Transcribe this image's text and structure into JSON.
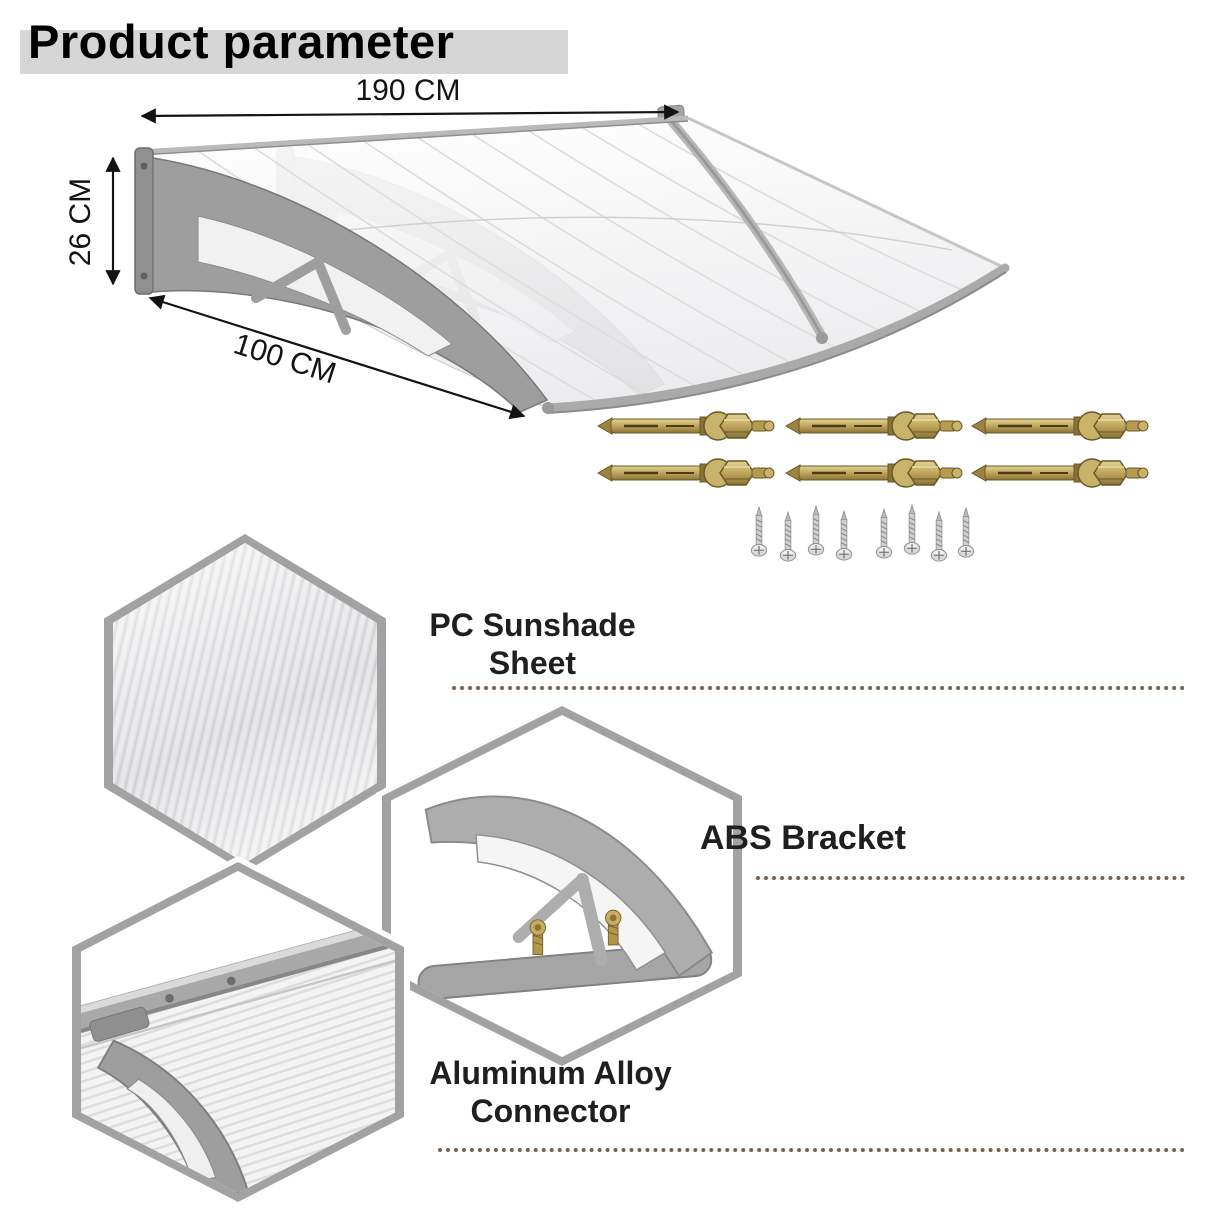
{
  "title": "Product parameter",
  "diagram": {
    "width_label": "190 CM",
    "height_label": "26 CM",
    "depth_label": "100 CM",
    "hardware": {
      "expansion_bolt_count": 6,
      "screw_count": 8
    }
  },
  "callouts": [
    {
      "id": "pc-sunshade-sheet",
      "line1": "PC Sunshade",
      "line2": "Sheet"
    },
    {
      "id": "abs-bracket",
      "line1": "ABS Bracket",
      "line2": ""
    },
    {
      "id": "aluminum-alloy-connector",
      "line1": "Aluminum Alloy",
      "line2": "Connector"
    }
  ],
  "colors": {
    "title_text": "#000000",
    "title_highlight": "#d6d6d6",
    "label_text": "#1f1f1f",
    "dimension_text": "#131313",
    "divider_dotted": "#77604c",
    "bracket_gray": "#9e9e9e",
    "frame_gray": "#a9a9a9",
    "bolt_brass": "#b59a4f",
    "screw_silver": "#cfcfcf"
  }
}
